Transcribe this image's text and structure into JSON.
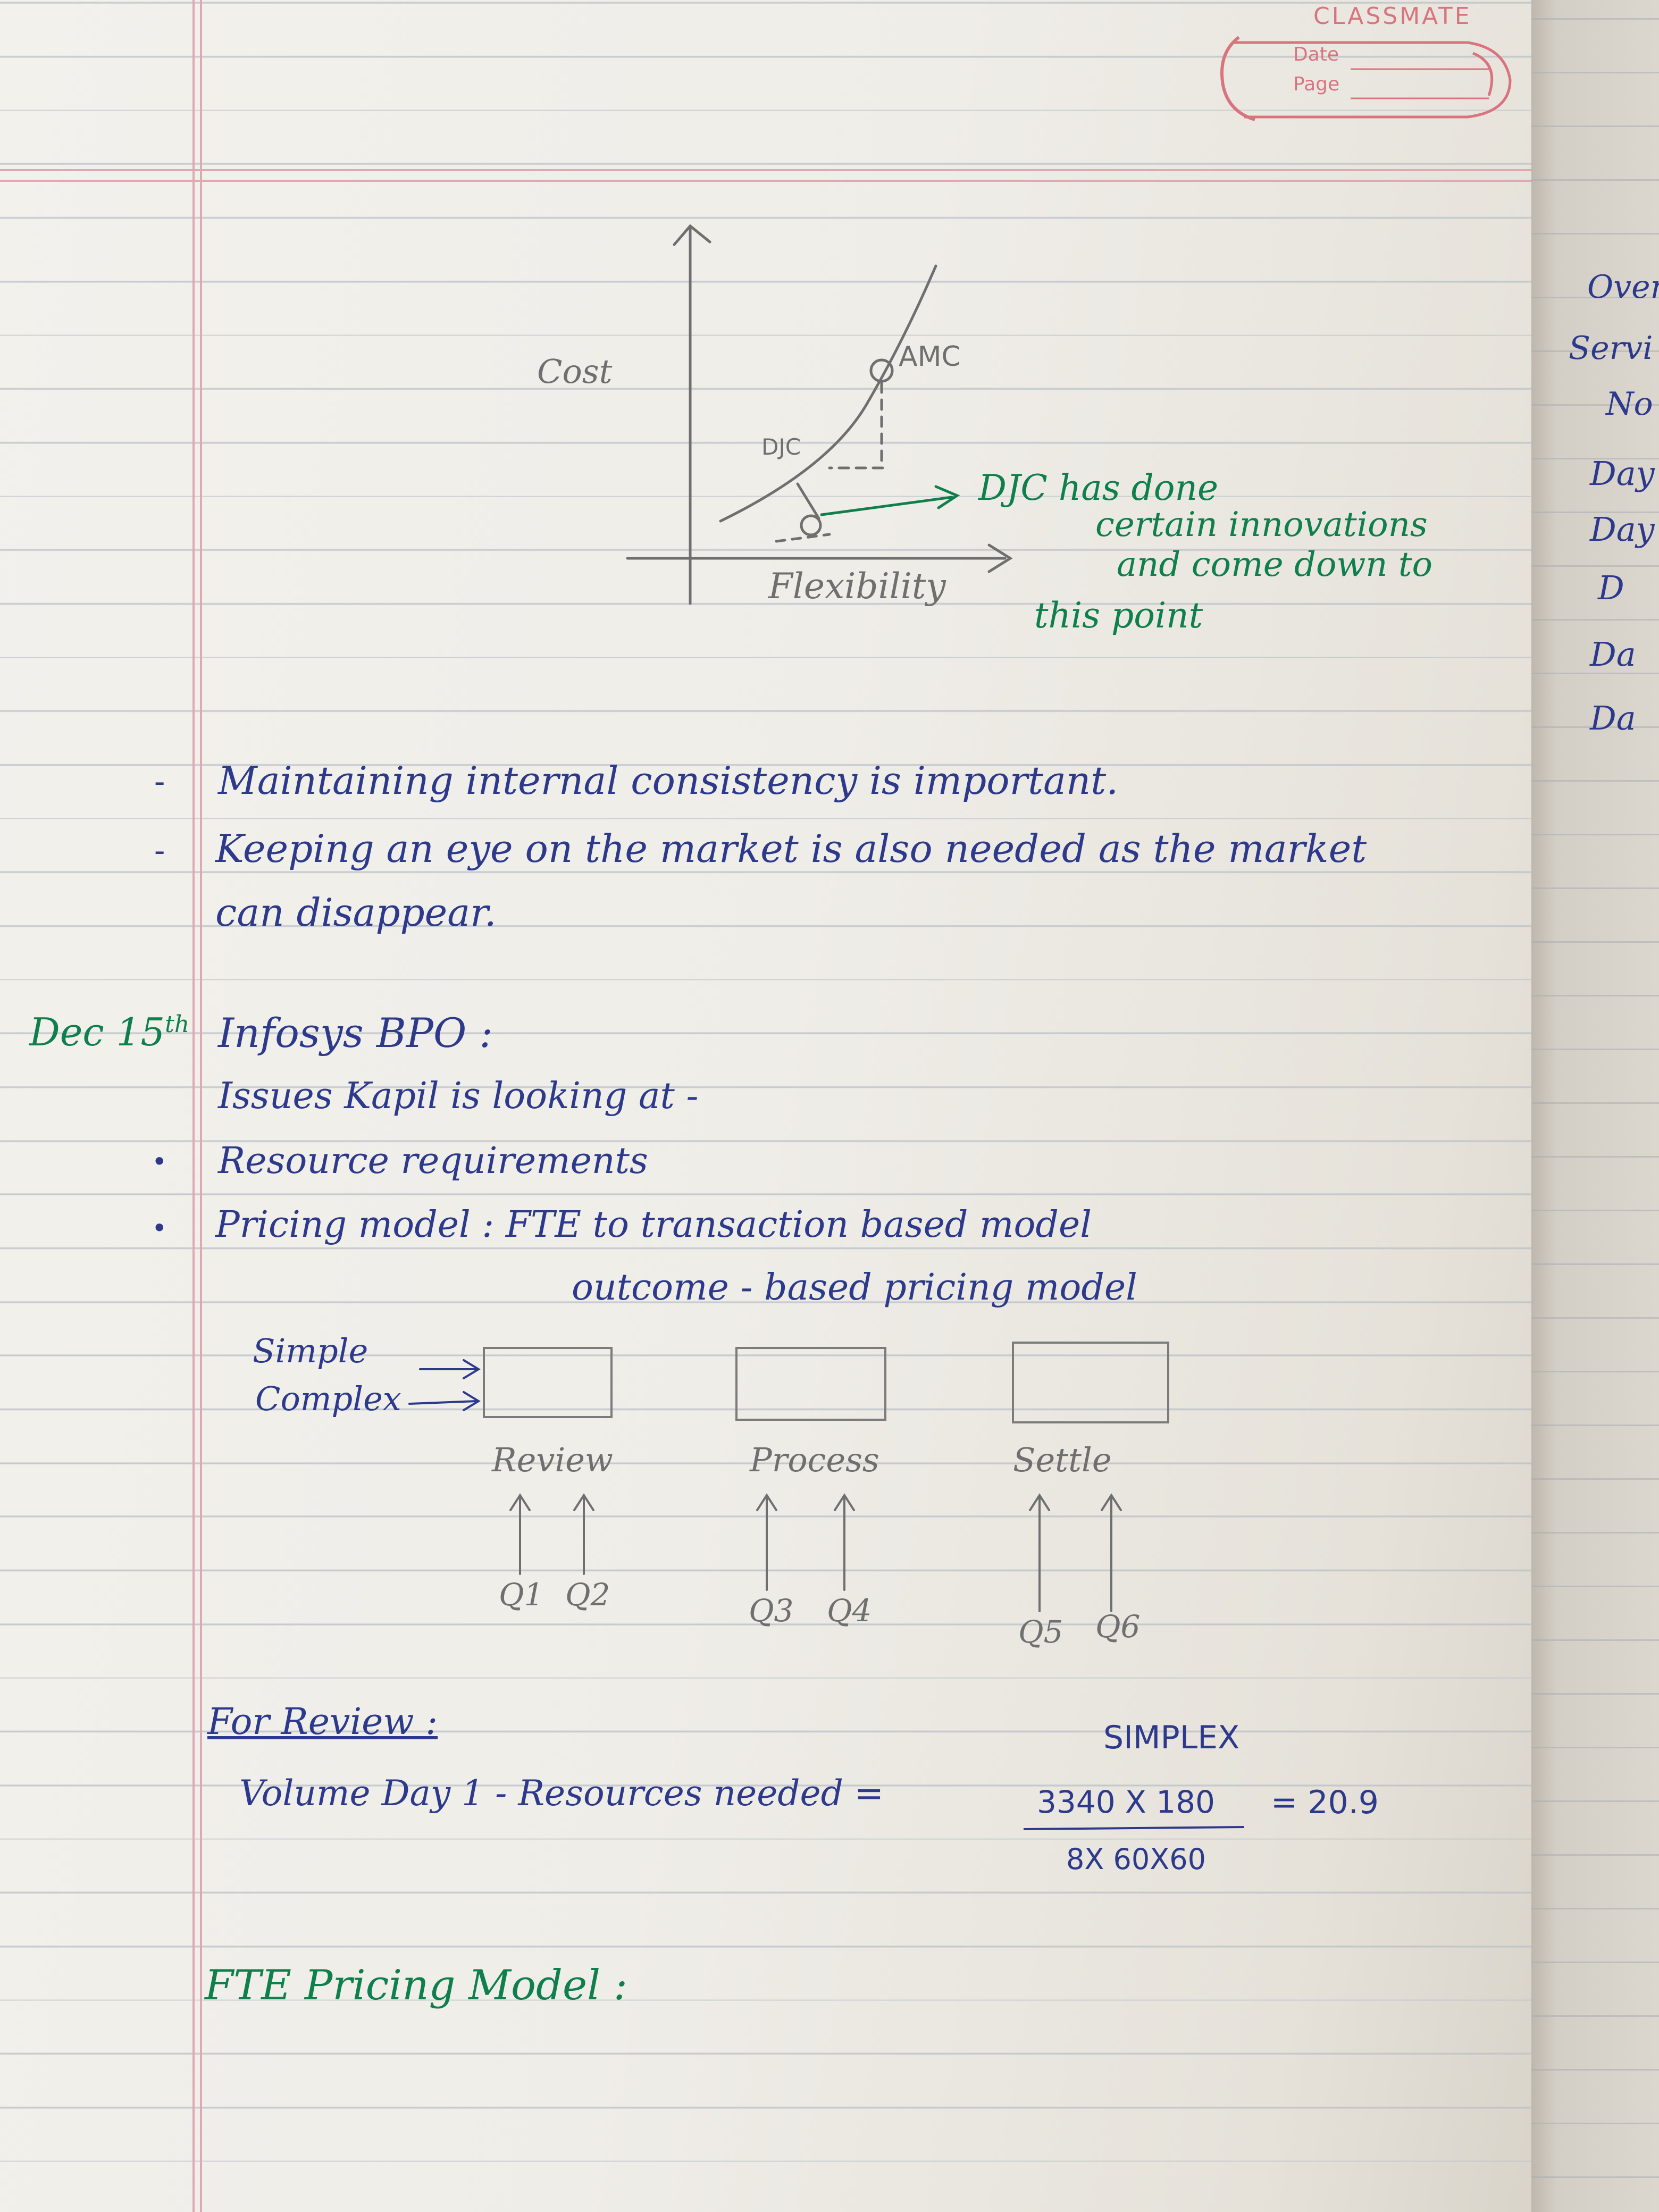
{
  "brand": {
    "name": "CLASSMATE",
    "date_label": "Date",
    "page_label": "Page"
  },
  "sketch": {
    "y_label": "Cost",
    "x_label": "Flexibility",
    "points": {
      "amc": "AMC",
      "djc": "DJC"
    },
    "note_lines": [
      "DJC has done",
      "certain innovations",
      "and come down to",
      "this point"
    ]
  },
  "bullets": [
    {
      "marker": "-",
      "lines": [
        "Maintaining internal consistency is important."
      ]
    },
    {
      "marker": "-",
      "lines": [
        "Keeping an eye on the market is also needed as the market",
        "can disappear."
      ]
    }
  ],
  "section": {
    "date": "Dec 15",
    "date_sup": "th",
    "title": "Infosys BPO :",
    "subtitle": "Issues Kapil is looking at -",
    "items": [
      {
        "text": "Resource requirements"
      },
      {
        "text": "Pricing model : FTE to transaction based model"
      }
    ],
    "pricing_continuation": "outcome - based pricing model"
  },
  "flow": {
    "inputs": [
      "Simple",
      "Complex"
    ],
    "stages": [
      {
        "name": "Review",
        "queues": [
          "Q1",
          "Q2"
        ]
      },
      {
        "name": "Process",
        "queues": [
          "Q3",
          "Q4"
        ]
      },
      {
        "name": "Settle",
        "queues": [
          "Q5",
          "Q6"
        ]
      }
    ]
  },
  "calc": {
    "heading": "For Review :",
    "system": "SIMPLEX",
    "label": "Volume Day 1 - Resources needed =",
    "numerator": "3340 X 180",
    "denominator": "8X 60X60",
    "result": "= 20.9"
  },
  "final_heading": "FTE Pricing Model :",
  "side_fragments": [
    "Over",
    "Servi",
    "No",
    "Day",
    "Day",
    "D",
    "Da",
    "Da"
  ]
}
